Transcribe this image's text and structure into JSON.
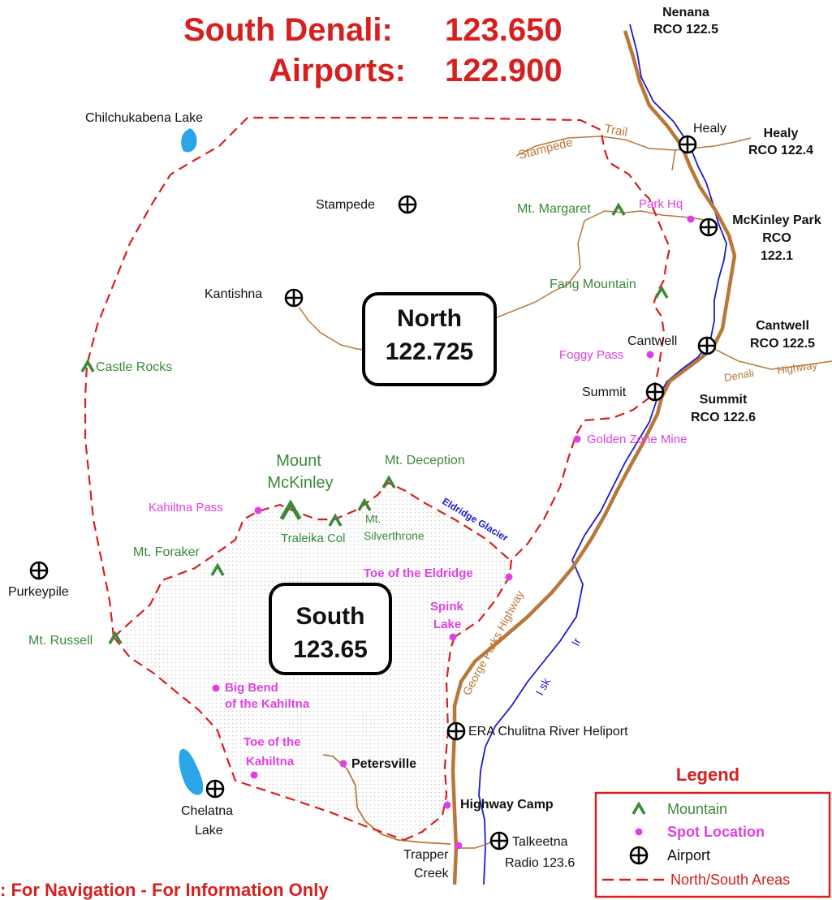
{
  "header": {
    "line1_label": "South Denali:",
    "line1_freq": "123.650",
    "line2_label": "Airports:",
    "line2_freq": "122.900"
  },
  "areas": {
    "north_name": "North",
    "north_freq": "122.725",
    "south_name": "South",
    "south_freq": "123.65"
  },
  "rco": {
    "nenana_name": "Nenana",
    "nenana_freq": "RCO 122.5",
    "healy_name": "Healy",
    "healy_freq": "RCO 122.4",
    "mckinley_name": "McKinley Park",
    "mckinley_rco": "RCO",
    "mckinley_freq": "122.1",
    "cantwell_name": "Cantwell",
    "cantwell_freq": "RCO 122.5",
    "summit_name": "Summit",
    "summit_freq": "RCO 122.6"
  },
  "airports": {
    "healy": "Healy",
    "stampede": "Stampede",
    "kantishna": "Kantishna",
    "cantwell": "Cantwell",
    "summit": "Summit",
    "purkeypile": "Purkeypile",
    "era": "ERA Chulitna River Heliport",
    "chelatna_1": "Chelatna",
    "chelatna_2": "Lake",
    "talkeetna_1": "Talkeetna",
    "talkeetna_2": "Radio 123.6"
  },
  "mountains": {
    "margaret": "Mt. Margaret",
    "fang": "Fang Mountain",
    "castle": "Castle Rocks",
    "mckinley_1": "Mount",
    "mckinley_2": "McKinley",
    "deception": "Mt. Deception",
    "traleika": "Traleika Col",
    "silverthrone_1": "Mt.",
    "silverthrone_2": "Silverthrone",
    "foraker": "Mt. Foraker",
    "russell": "Mt. Russell"
  },
  "spots": {
    "park_hq": "Park Hq",
    "foggy": "Foggy Pass",
    "golden": "Golden Zone Mine",
    "kahiltna_pass": "Kahiltna Pass",
    "toe_eldridge": "Toe of the Eldridge",
    "spink_1": "Spink",
    "spink_2": "Lake",
    "big_bend_1": "Big Bend",
    "big_bend_2": "of the Kahiltna",
    "toe_kahiltna_1": "Toe of the",
    "toe_kahiltna_2": "Kahiltna",
    "petersville": "Petersville",
    "highway_camp": "Highway Camp",
    "trapper_1": "Trapper",
    "trapper_2": "Creek"
  },
  "features": {
    "chilchukabena": "Chilchukabena Lake",
    "stampede_trail_1": "Stampede",
    "stampede_trail_2": "Trail",
    "denali_hwy_1": "Denali",
    "denali_hwy_2": "Highway",
    "george_parks": "George Parks Highway",
    "eldridge_glacier": "Eldridge Glacier",
    "river_1": "I  sk",
    "river_2": "Ir"
  },
  "legend": {
    "title": "Legend",
    "mountain": "Mountain",
    "spot": "Spot Location",
    "airport": "Airport",
    "areas": "North/South Areas"
  },
  "footer": {
    "text": ": For Navigation -  For Information Only"
  },
  "colors": {
    "title_red": "#d62020",
    "boundary_red": "#d62020",
    "mountain_green": "#3a8a3a",
    "spot_magenta": "#e040e0",
    "road_brown": "#b9773a",
    "river_blue": "#1a1ad0",
    "lake_blue": "#2aa6e8"
  }
}
